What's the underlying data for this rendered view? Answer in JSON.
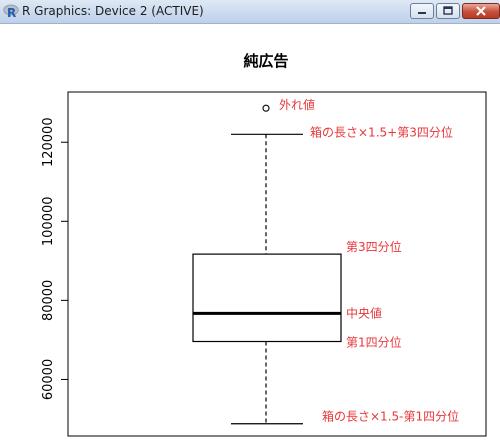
{
  "window": {
    "title": "R Graphics: Device 2 (ACTIVE)",
    "icon": "r-logo-icon",
    "controls": [
      "minimize-icon",
      "maximize-icon",
      "close-icon"
    ]
  },
  "colors": {
    "annotation": "#e8373a",
    "box_stroke": "#000000",
    "titlebar": "#c9d9ee"
  },
  "chart_data": {
    "type": "box",
    "title": "純広告",
    "xlabel": "",
    "ylabel": "",
    "ylim": [
      45700,
      132700
    ],
    "y_ticks": [
      60000,
      80000,
      100000,
      120000
    ],
    "y_tick_labels": [
      "60000",
      "80000",
      "100000",
      "120000"
    ],
    "stats": {
      "whisker_low": 48800,
      "q1": 69600,
      "median": 76700,
      "q3": 91700,
      "whisker_high": 122000,
      "outliers": [
        128600
      ]
    },
    "annotations": [
      {
        "text": "外れ値",
        "ref": "outlier"
      },
      {
        "text": "箱の長さ×1.5+第3四分位",
        "ref": "whisker_high"
      },
      {
        "text": "第3四分位",
        "ref": "q3"
      },
      {
        "text": "中央値",
        "ref": "median"
      },
      {
        "text": "第1四分位",
        "ref": "q1"
      },
      {
        "text": "箱の長さ×1.5-第1四分位",
        "ref": "whisker_low"
      }
    ]
  }
}
